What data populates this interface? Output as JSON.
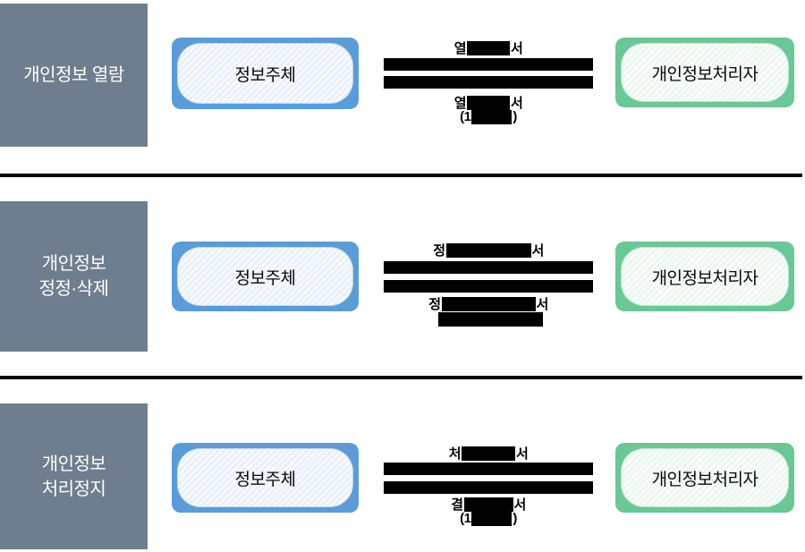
{
  "colors": {
    "category_bg": "#6E7E8E",
    "subject_border": "#5B9CD8",
    "subject_fill": "#EAF1FA",
    "processor_border": "#6AC796",
    "processor_fill": "#ECF7F1",
    "redaction": "#000000"
  },
  "sections": [
    {
      "category_lines": [
        "개인정보 열람"
      ],
      "subject": "정보주체",
      "processor": "개인정보처리자",
      "request_label": {
        "left": "열",
        "right": "서"
      },
      "response_label": {
        "line1_left": "열",
        "line1_right": "서",
        "line2_left": "(1",
        "line2_right": ")"
      }
    },
    {
      "category_lines": [
        "개인정보",
        "정정·삭제"
      ],
      "subject": "정보주체",
      "processor": "개인정보처리자",
      "request_label": {
        "left": "정",
        "right": "서"
      },
      "response_label": {
        "line1_left": "정",
        "line1_right": "서",
        "line2_left": "",
        "line2_right": ""
      }
    },
    {
      "category_lines": [
        "개인정보",
        "처리정지"
      ],
      "subject": "정보주체",
      "processor": "개인정보처리자",
      "request_label": {
        "left": "처",
        "right": "서"
      },
      "response_label": {
        "line1_left": "결",
        "line1_right": "서",
        "line2_left": "(1",
        "line2_right": ")"
      }
    }
  ]
}
